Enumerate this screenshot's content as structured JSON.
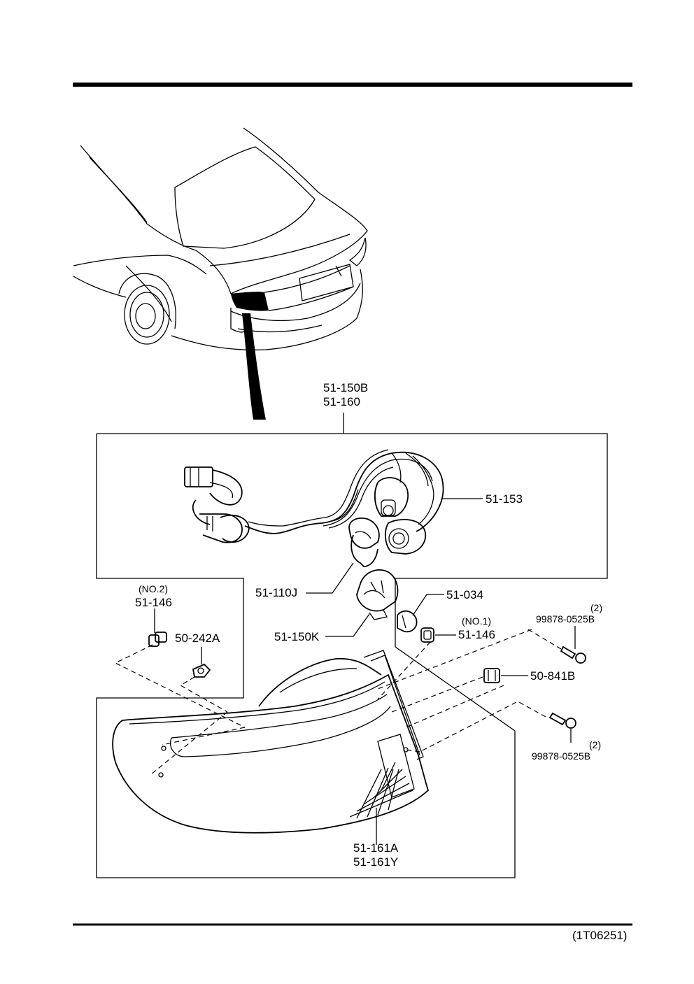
{
  "diagram": {
    "figure_code": "(1T06251)",
    "callouts": {
      "harness_assembly": {
        "line1": "51-150B",
        "line2": "51-160"
      },
      "socket_wiring": "51-153",
      "bulb_small": "51-110J",
      "bulb_large": "51-150K",
      "clip_upper": "51-034",
      "grommet_no1": {
        "note": "(NO.1)",
        "part": "51-146"
      },
      "grommet_no2": {
        "note": "(NO.2)",
        "part": "51-146"
      },
      "nut": "50-242A",
      "clip_nut": "50-841B",
      "screw_upper": {
        "qty": "(2)",
        "part": "99878-0525B"
      },
      "screw_lower": {
        "qty": "(2)",
        "part": "99878-0525B"
      },
      "lens_assembly": {
        "line1": "51-161A",
        "line2": "51-161Y"
      }
    }
  }
}
